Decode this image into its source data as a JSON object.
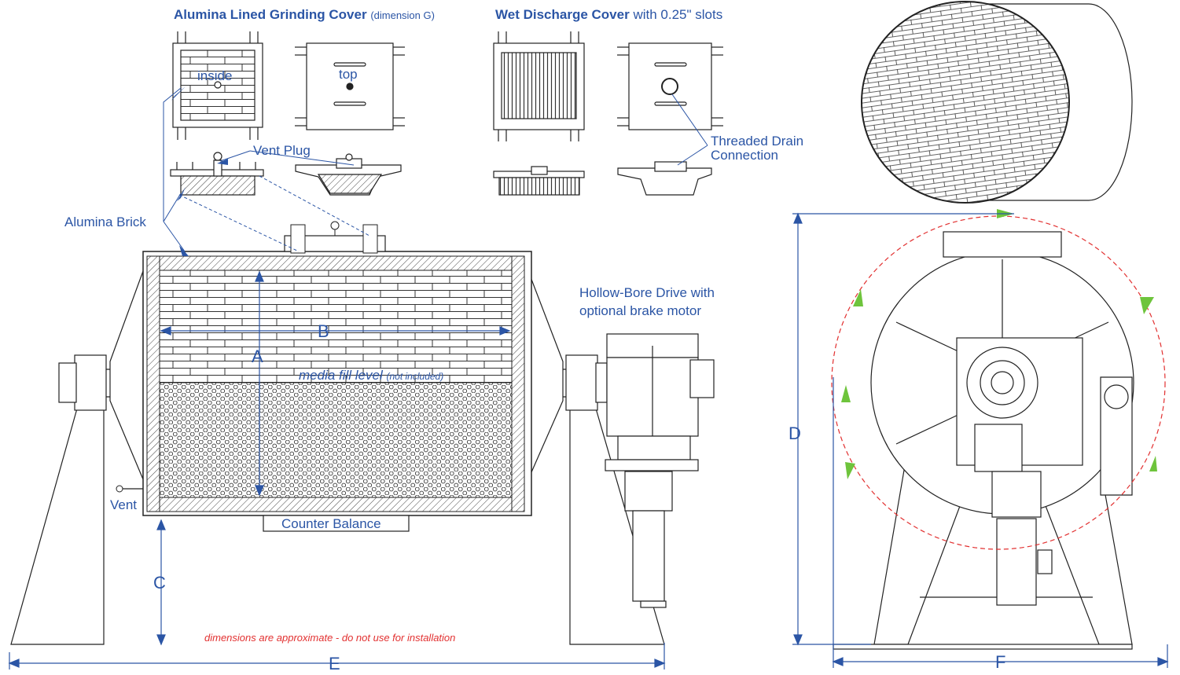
{
  "colors": {
    "annotation_blue": "#2b55a5",
    "drawing_line": "#222222",
    "note_red": "#e23030",
    "rotation_circle": "#e23030",
    "rotation_arrows": "#6ec43c"
  },
  "titles": {
    "grinding_cover": "Alumina Lined Grinding Cover",
    "grinding_cover_note": "(dimension G)",
    "discharge_cover": "Wet Discharge Cover",
    "discharge_cover_note": "with 0.25\" slots"
  },
  "callouts": {
    "inside": "inside",
    "top": "top",
    "vent_plug": "Vent Plug",
    "alumina_brick": "Alumina Brick",
    "threaded_drain_1": "Threaded Drain",
    "threaded_drain_2": "Connection",
    "drive_1": "Hollow-Bore Drive with",
    "drive_2": "optional brake motor",
    "media_fill": "media fill level",
    "media_fill_note": "(not included)",
    "vent": "Vent",
    "counter_balance": "Counter Balance"
  },
  "dimensions": {
    "a": "A",
    "b": "B",
    "c": "C",
    "d": "D",
    "e": "E",
    "f": "F"
  },
  "footer_note": "dimensions are approximate - do not use for installation",
  "icons": [
    "arrowhead-icon",
    "bolt-icon",
    "eyebolt-icon",
    "rotation-arrow-icon"
  ]
}
